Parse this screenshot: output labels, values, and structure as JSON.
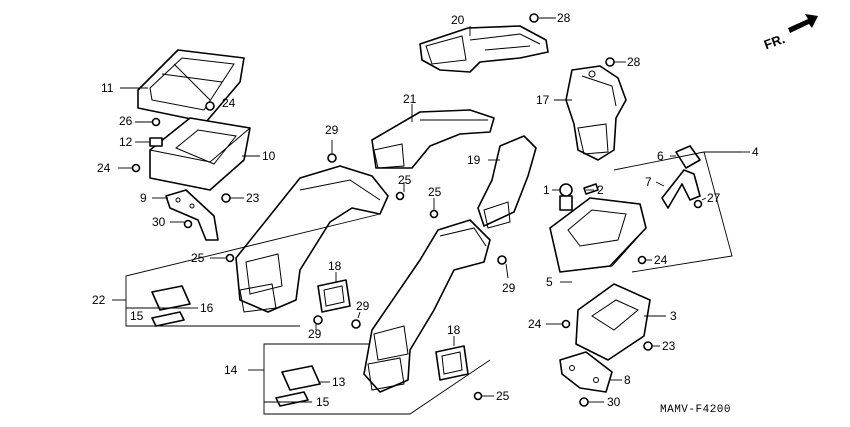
{
  "diagram": {
    "front_label": "FR.",
    "code": "MAMV-F4200",
    "callouts": {
      "n1": "1",
      "n2": "2",
      "n3": "3",
      "n4": "4",
      "n5": "5",
      "n6": "6",
      "n7": "7",
      "n8": "8",
      "n9": "9",
      "n10": "10",
      "n11": "11",
      "n12": "12",
      "n13": "13",
      "n14": "14",
      "n15a": "15",
      "n15b": "15",
      "n16": "16",
      "n17": "17",
      "n18a": "18",
      "n18b": "18",
      "n19": "19",
      "n20": "20",
      "n21": "21",
      "n22": "22",
      "n23a": "23",
      "n23b": "23",
      "n24a": "24",
      "n24b": "24",
      "n24c": "24",
      "n24d": "24",
      "n25a": "25",
      "n25b": "25",
      "n25c": "25",
      "n25d": "25",
      "n26": "26",
      "n27": "27",
      "n28a": "28",
      "n28b": "28",
      "n29a": "29",
      "n29b": "29",
      "n29c": "29",
      "n29d": "29",
      "n30a": "30",
      "n30b": "30"
    }
  }
}
